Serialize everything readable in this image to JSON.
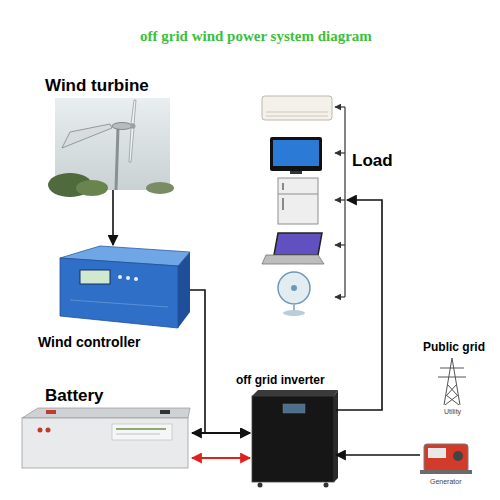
{
  "diagram": {
    "title": "off grid wind power system diagram",
    "nodes": [
      {
        "text": [
          "Wind turbine"
        ]
      },
      {
        "text": [
          "Load"
        ]
      },
      {
        "text": [
          "Wind controller"
        ]
      },
      {
        "text": [
          "Public grid",
          "Utility"
        ]
      },
      {
        "text": [
          "Battery"
        ]
      },
      {
        "text": [
          "off grid inverter"
        ]
      },
      {
        "text": [
          "Generator"
        ]
      }
    ],
    "edges": [
      {
        "from": 0,
        "to": 2,
        "arrow": "to"
      },
      {
        "from": 2,
        "to": 5,
        "arrow": "to"
      },
      {
        "from": 4,
        "to": 5,
        "arrow": "both"
      },
      {
        "from": 4,
        "to": 5,
        "arrow": "both"
      },
      {
        "from": 5,
        "to": 1,
        "arrow": "to"
      },
      {
        "from": 6,
        "to": 5,
        "arrow": "to"
      }
    ]
  }
}
